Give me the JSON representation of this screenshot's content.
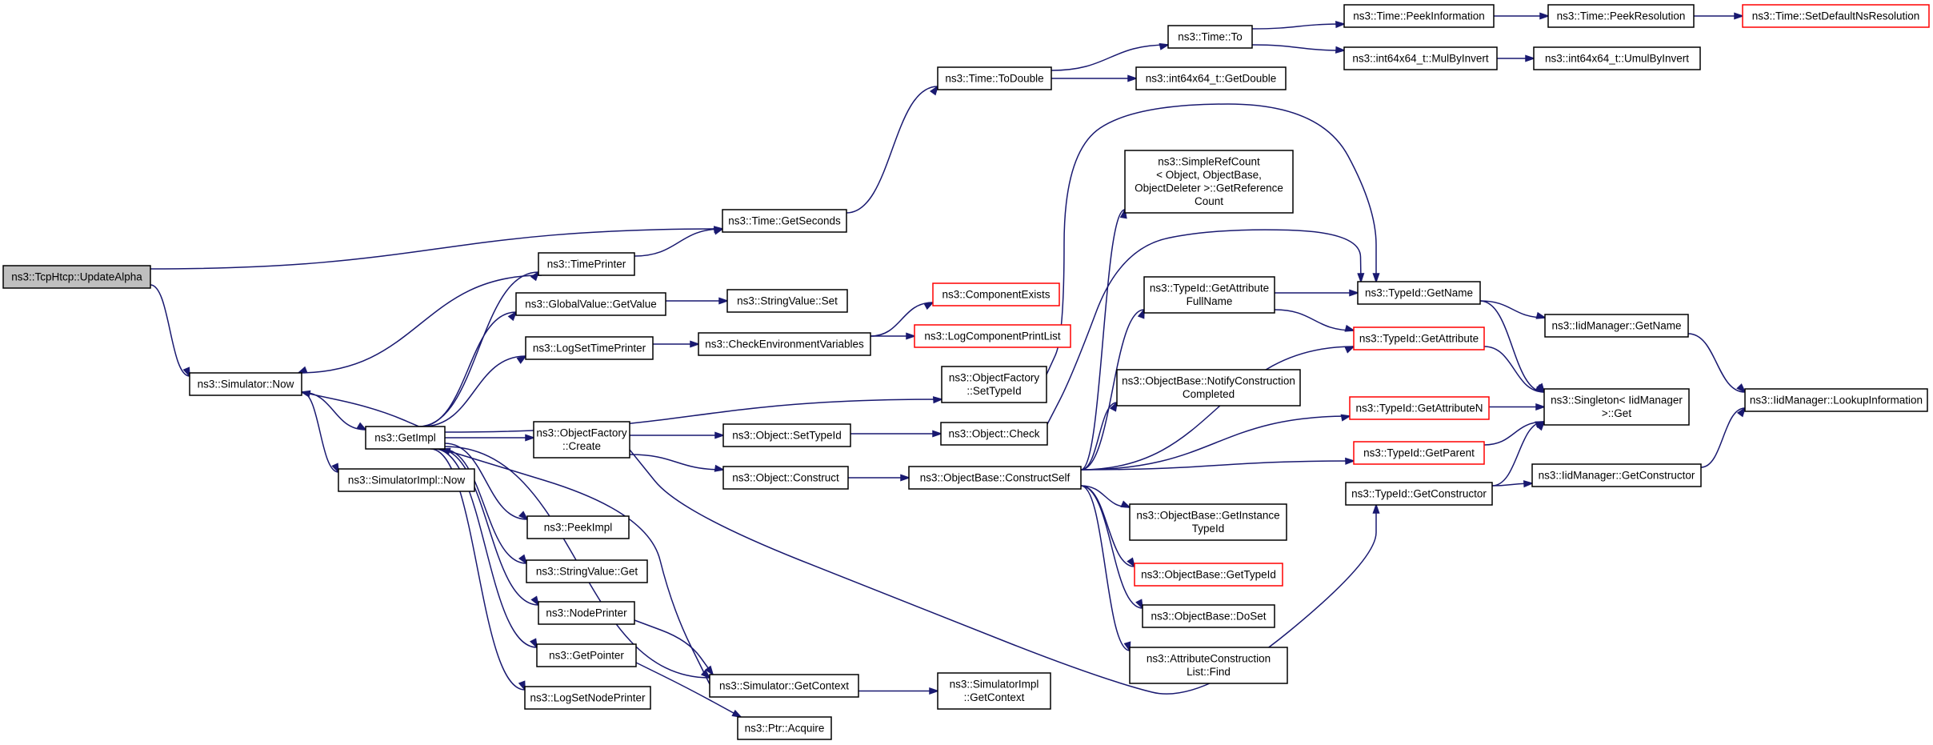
{
  "colors": {
    "edge": "#191970",
    "node_border": "#000000",
    "node_border_truncated": "#ff0000",
    "root_fill": "#bfbfbf",
    "background": "#ffffff"
  },
  "nodes": {
    "updatealpha": {
      "lines": [
        "ns3::TcpHtcp::UpdateAlpha"
      ],
      "style": "root"
    },
    "sim_now": {
      "lines": [
        "ns3::Simulator::Now"
      ],
      "style": "normal"
    },
    "getimpl": {
      "lines": [
        "ns3::GetImpl"
      ],
      "style": "normal"
    },
    "simimpl_now": {
      "lines": [
        "ns3::SimulatorImpl::Now"
      ],
      "style": "normal"
    },
    "timeprinter": {
      "lines": [
        "ns3::TimePrinter"
      ],
      "style": "normal"
    },
    "time_getseconds": {
      "lines": [
        "ns3::Time::GetSeconds"
      ],
      "style": "normal"
    },
    "time_todouble": {
      "lines": [
        "ns3::Time::ToDouble"
      ],
      "style": "normal"
    },
    "time_to": {
      "lines": [
        "ns3::Time::To"
      ],
      "style": "normal"
    },
    "time_peekinfo": {
      "lines": [
        "ns3::Time::PeekInformation"
      ],
      "style": "normal"
    },
    "time_peekres": {
      "lines": [
        "ns3::Time::PeekResolution"
      ],
      "style": "normal"
    },
    "time_setdefault": {
      "lines": [
        "ns3::Time::SetDefaultNsResolution"
      ],
      "style": "truncated"
    },
    "int_mulbyinvert": {
      "lines": [
        "ns3::int64x64_t::MulByInvert"
      ],
      "style": "normal"
    },
    "int_umulbyinvert": {
      "lines": [
        "ns3::int64x64_t::UmulByInvert"
      ],
      "style": "normal"
    },
    "int_getdouble": {
      "lines": [
        "ns3::int64x64_t::GetDouble"
      ],
      "style": "normal"
    },
    "globalvalue_getvalue": {
      "lines": [
        "ns3::GlobalValue::GetValue"
      ],
      "style": "normal"
    },
    "stringvalue_set": {
      "lines": [
        "ns3::StringValue::Set"
      ],
      "style": "normal"
    },
    "logsettimeprinter": {
      "lines": [
        "ns3::LogSetTimePrinter"
      ],
      "style": "normal"
    },
    "checkenv": {
      "lines": [
        "ns3::CheckEnvironmentVariables"
      ],
      "style": "normal"
    },
    "componentexists": {
      "lines": [
        "ns3::ComponentExists"
      ],
      "style": "truncated"
    },
    "logcomponentprintlist": {
      "lines": [
        "ns3::LogComponentPrintList"
      ],
      "style": "truncated"
    },
    "of_settypeid": {
      "lines": [
        "ns3::ObjectFactory",
        "::SetTypeId"
      ],
      "style": "normal"
    },
    "of_create": {
      "lines": [
        "ns3::ObjectFactory",
        "::Create"
      ],
      "style": "normal"
    },
    "obj_settypeid": {
      "lines": [
        "ns3::Object::SetTypeId"
      ],
      "style": "normal"
    },
    "obj_check": {
      "lines": [
        "ns3::Object::Check"
      ],
      "style": "normal"
    },
    "obj_construct": {
      "lines": [
        "ns3::Object::Construct"
      ],
      "style": "normal"
    },
    "ob_constructself": {
      "lines": [
        "ns3::ObjectBase::ConstructSelf"
      ],
      "style": "normal"
    },
    "simplerefcount": {
      "lines": [
        "ns3::SimpleRefCount",
        "< Object, ObjectBase,",
        "ObjectDeleter >::GetReference",
        "Count"
      ],
      "style": "normal"
    },
    "typeid_getattrfullname": {
      "lines": [
        "ns3::TypeId::GetAttribute",
        "FullName"
      ],
      "style": "normal"
    },
    "typeid_getname": {
      "lines": [
        "ns3::TypeId::GetName"
      ],
      "style": "normal"
    },
    "iid_getname": {
      "lines": [
        "ns3::IidManager::GetName"
      ],
      "style": "normal"
    },
    "iid_lookupinfo": {
      "lines": [
        "ns3::IidManager::LookupInformation"
      ],
      "style": "normal"
    },
    "typeid_getattribute": {
      "lines": [
        "ns3::TypeId::GetAttribute"
      ],
      "style": "truncated"
    },
    "singleton_get": {
      "lines": [
        "ns3::Singleton< IidManager",
        ">::Get"
      ],
      "style": "normal"
    },
    "ob_notifyconstruction": {
      "lines": [
        "ns3::ObjectBase::NotifyConstruction",
        "Completed"
      ],
      "style": "normal"
    },
    "typeid_getattributen": {
      "lines": [
        "ns3::TypeId::GetAttributeN"
      ],
      "style": "truncated"
    },
    "typeid_getparent": {
      "lines": [
        "ns3::TypeId::GetParent"
      ],
      "style": "truncated"
    },
    "typeid_getconstructor": {
      "lines": [
        "ns3::TypeId::GetConstructor"
      ],
      "style": "normal"
    },
    "iid_getconstructor": {
      "lines": [
        "ns3::IidManager::GetConstructor"
      ],
      "style": "normal"
    },
    "ob_getinstancetypeid": {
      "lines": [
        "ns3::ObjectBase::GetInstance",
        "TypeId"
      ],
      "style": "normal"
    },
    "ob_gettypeid": {
      "lines": [
        "ns3::ObjectBase::GetTypeId"
      ],
      "style": "truncated"
    },
    "ob_doset": {
      "lines": [
        "ns3::ObjectBase::DoSet"
      ],
      "style": "normal"
    },
    "acl_find": {
      "lines": [
        "ns3::AttributeConstruction",
        "List::Find"
      ],
      "style": "normal"
    },
    "peekimpl": {
      "lines": [
        "ns3::PeekImpl"
      ],
      "style": "normal"
    },
    "stringvalue_get": {
      "lines": [
        "ns3::StringValue::Get"
      ],
      "style": "normal"
    },
    "nodeprinter": {
      "lines": [
        "ns3::NodePrinter"
      ],
      "style": "normal"
    },
    "getpointer": {
      "lines": [
        "ns3::GetPointer"
      ],
      "style": "normal"
    },
    "logsetnodeprinter": {
      "lines": [
        "ns3::LogSetNodePrinter"
      ],
      "style": "normal"
    },
    "sim_getcontext": {
      "lines": [
        "ns3::Simulator::GetContext"
      ],
      "style": "normal"
    },
    "simimpl_getcontext": {
      "lines": [
        "ns3::SimulatorImpl",
        "::GetContext"
      ],
      "style": "normal"
    },
    "ptr_acquire": {
      "lines": [
        "ns3::Ptr::Acquire"
      ],
      "style": "normal"
    }
  },
  "edges": [
    [
      "updatealpha",
      "sim_now"
    ],
    [
      "updatealpha",
      "time_getseconds"
    ],
    [
      "sim_now",
      "getimpl"
    ],
    [
      "sim_now",
      "simimpl_now"
    ],
    [
      "getimpl",
      "sim_now"
    ],
    [
      "getimpl",
      "timeprinter"
    ],
    [
      "getimpl",
      "globalvalue_getvalue"
    ],
    [
      "getimpl",
      "logsettimeprinter"
    ],
    [
      "getimpl",
      "of_settypeid"
    ],
    [
      "getimpl",
      "of_create"
    ],
    [
      "getimpl",
      "peekimpl"
    ],
    [
      "getimpl",
      "stringvalue_get"
    ],
    [
      "getimpl",
      "nodeprinter"
    ],
    [
      "getimpl",
      "getpointer"
    ],
    [
      "getimpl",
      "logsetnodeprinter"
    ],
    [
      "getimpl",
      "sim_getcontext"
    ],
    [
      "timeprinter",
      "sim_now"
    ],
    [
      "timeprinter",
      "time_getseconds"
    ],
    [
      "time_getseconds",
      "time_todouble"
    ],
    [
      "time_todouble",
      "time_to"
    ],
    [
      "time_todouble",
      "int_getdouble"
    ],
    [
      "time_to",
      "time_peekinfo"
    ],
    [
      "time_to",
      "int_mulbyinvert"
    ],
    [
      "time_peekinfo",
      "time_peekres"
    ],
    [
      "time_peekres",
      "time_setdefault"
    ],
    [
      "int_mulbyinvert",
      "int_umulbyinvert"
    ],
    [
      "globalvalue_getvalue",
      "stringvalue_set"
    ],
    [
      "logsettimeprinter",
      "checkenv"
    ],
    [
      "checkenv",
      "componentexists"
    ],
    [
      "checkenv",
      "logcomponentprintlist"
    ],
    [
      "of_settypeid",
      "typeid_getname"
    ],
    [
      "of_create",
      "obj_settypeid"
    ],
    [
      "of_create",
      "obj_construct"
    ],
    [
      "of_create",
      "typeid_getconstructor"
    ],
    [
      "obj_settypeid",
      "obj_check"
    ],
    [
      "obj_check",
      "typeid_getname"
    ],
    [
      "obj_construct",
      "ob_constructself"
    ],
    [
      "ob_constructself",
      "simplerefcount"
    ],
    [
      "ob_constructself",
      "typeid_getattrfullname"
    ],
    [
      "ob_constructself",
      "typeid_getattribute"
    ],
    [
      "ob_constructself",
      "ob_notifyconstruction"
    ],
    [
      "ob_constructself",
      "typeid_getattributen"
    ],
    [
      "ob_constructself",
      "typeid_getparent"
    ],
    [
      "ob_constructself",
      "ob_getinstancetypeid"
    ],
    [
      "ob_constructself",
      "ob_gettypeid"
    ],
    [
      "ob_constructself",
      "ob_doset"
    ],
    [
      "ob_constructself",
      "acl_find"
    ],
    [
      "typeid_getattrfullname",
      "typeid_getname"
    ],
    [
      "typeid_getattrfullname",
      "typeid_getattribute"
    ],
    [
      "typeid_getname",
      "iid_getname"
    ],
    [
      "typeid_getname",
      "singleton_get"
    ],
    [
      "iid_getname",
      "iid_lookupinfo"
    ],
    [
      "typeid_getattribute",
      "singleton_get"
    ],
    [
      "typeid_getattributen",
      "singleton_get"
    ],
    [
      "typeid_getparent",
      "singleton_get"
    ],
    [
      "typeid_getconstructor",
      "singleton_get"
    ],
    [
      "typeid_getconstructor",
      "iid_getconstructor"
    ],
    [
      "iid_getconstructor",
      "iid_lookupinfo"
    ],
    [
      "nodeprinter",
      "sim_getcontext"
    ],
    [
      "getpointer",
      "ptr_acquire"
    ],
    [
      "sim_getcontext",
      "getimpl"
    ],
    [
      "sim_getcontext",
      "simimpl_getcontext"
    ]
  ]
}
